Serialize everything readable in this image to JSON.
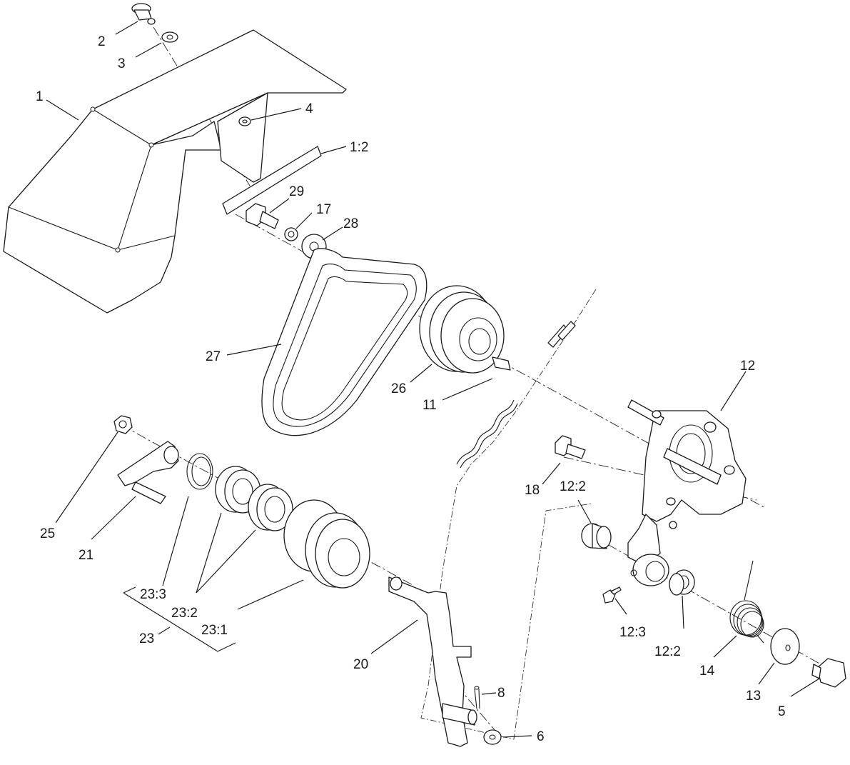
{
  "callouts": {
    "c1": "1",
    "c2": "2",
    "c3": "3",
    "c4": "4",
    "c1_2": "1:2",
    "c29": "29",
    "c17": "17",
    "c28": "28",
    "c27": "27",
    "c26": "26",
    "c11": "11",
    "c12": "12",
    "c18": "18",
    "c12_2a": "12:2",
    "c25": "25",
    "c21": "21",
    "c23_3": "23:3",
    "c23_2": "23:2",
    "c23_1": "23:1",
    "c23": "23",
    "c20": "20",
    "c8": "8",
    "c6": "6",
    "c12_3": "12:3",
    "c12_2b": "12:2",
    "c14": "14",
    "c13": "13",
    "c5": "5"
  }
}
